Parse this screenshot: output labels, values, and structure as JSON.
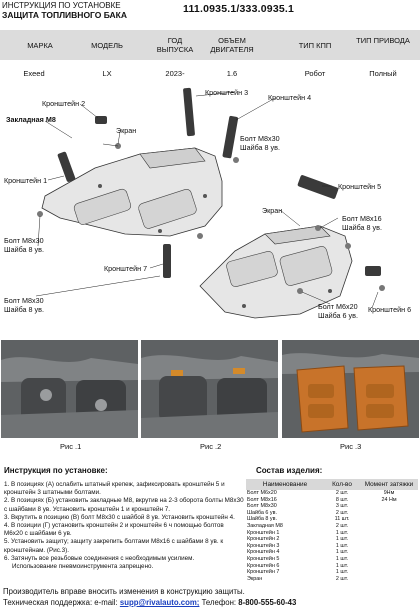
{
  "header": {
    "line1": "ИНСТРУКЦИЯ ПО УСТАНОВКЕ",
    "line2": "ЗАЩИТА ТОПЛИВНОГО БАКА",
    "part_numbers": "111.0935.1/333.0935.1"
  },
  "spec_table": {
    "headers": [
      "МАРКА",
      "МОДЕЛЬ",
      "ГОД ВЫПУСКА",
      "ОБЪЕМ ДВИГАТЕЛЯ",
      "ТИП КПП",
      "ТИП ПРИВОДА"
    ],
    "values": [
      "Exeed",
      "LX",
      "2023-",
      "1.6",
      "Робот",
      "Полный"
    ]
  },
  "diagram_labels": {
    "bracket2": "Кронштейн 2",
    "bracket3": "Кронштейн 3",
    "bracket4": "Кронштейн 4",
    "embedded_m8": "Закладная М8",
    "screen_top": "Экран",
    "bolt_m8x30_top": "Болт М8х30",
    "washer_8_top": "Шайба 8 ув.",
    "bracket1": "Кронштейн 1",
    "bracket5": "Кронштейн 5",
    "screen_right": "Экран",
    "bolt_m8x16": "Болт М8х16",
    "washer_8_right": "Шайба 8 ув.",
    "bolt_m8x30_left": "Болт М8х30",
    "washer_8_left": "Шайба 8 ув.",
    "bracket7": "Кронштейн 7",
    "bolt_m8x30_bottom": "Болт М8х30",
    "washer_8_bottom": "Шайба 8 ув.",
    "bolt_m6x20": "Болт М6х20",
    "washer_6": "Шайба 6 ув.",
    "bracket6": "Кронштейн 6"
  },
  "photos": {
    "captions": [
      "Рис .1",
      "Рис .2",
      "Рис .3"
    ]
  },
  "instructions": {
    "title": "Инструкция по установке:",
    "steps": [
      "1. В позициях (А) ослабить штатный крепеж, зафиксировать кронштейн 5 и кронштейн 3 штатными болтами.",
      "2. В позициях (Б) установить закладные М8, вкрутив на 2-3 оборота болты М8х30 с шайбами 8 ув. Установить кронштейн 1 и кронштейн 7.",
      "3. Вкрутить в позицию (В) болт М8х30 с шайбой 8 ув. Установить кронштейн 4.",
      "4. В позиции (Г) установить кронштейн 2 и кронштейн 6 ч помощью болтов М6х20 с шайбами 6 ув.",
      "5. Установить защиту; защиту закрепить болтами М8х16 с шайбами 8 ув. к кронштейнам. (Рис.3).",
      "6. Затянуть все резьбовые соединения с необходимым усилием.",
      "Использование пневмоинструмента запрещено."
    ]
  },
  "parts": {
    "title": "Состав изделия:",
    "headers": [
      "Наименование",
      "Кол-во",
      "Момент затяжки"
    ],
    "rows": [
      {
        "name": "Болт М6х20",
        "qty": "2 шт.",
        "torque": "9Нм"
      },
      {
        "name": "Болт М8х16",
        "qty": "8 шт.",
        "torque": "24 Нм"
      },
      {
        "name": "Болт М8х30",
        "qty": "3 шт.",
        "torque": ""
      },
      {
        "name": "Шайба 6 ув.",
        "qty": "2 шт.",
        "torque": ""
      },
      {
        "name": "Шайба 8 ув.",
        "qty": "11 шт.",
        "torque": ""
      },
      {
        "name": "Закладная М8",
        "qty": "2 шт.",
        "torque": ""
      },
      {
        "name": "Кронштейн 1",
        "qty": "1 шт.",
        "torque": ""
      },
      {
        "name": "Кронштейн 2",
        "qty": "1 шт.",
        "torque": ""
      },
      {
        "name": "Кронштейн 3",
        "qty": "1 шт.",
        "torque": ""
      },
      {
        "name": "Кронштейн 4",
        "qty": "1 шт.",
        "torque": ""
      },
      {
        "name": "Кронштейн 5",
        "qty": "1 шт.",
        "torque": ""
      },
      {
        "name": "Кронштейн 6",
        "qty": "1 шт.",
        "torque": ""
      },
      {
        "name": "Кронштейн 7",
        "qty": "1 шт.",
        "torque": ""
      },
      {
        "name": "Экран",
        "qty": "2 шт.",
        "torque": ""
      }
    ]
  },
  "footer": {
    "line1": "Производитель вправе вносить изменения в конструкцию защиты.",
    "support_label": "Техническая поддержка:",
    "email_label": "e-mail:",
    "email": "supp@rivalauto.com;",
    "phone_label": "Телефон:",
    "phone": "8-800-555-60-43"
  }
}
